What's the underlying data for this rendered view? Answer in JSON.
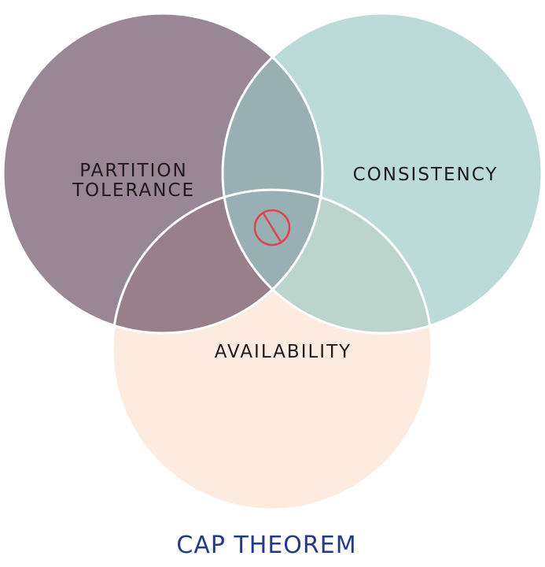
{
  "diagram": {
    "circles": {
      "partition_tolerance": {
        "label_line1": "PARTITION",
        "label_line2": "TOLERANCE",
        "color": "#9a8795"
      },
      "consistency": {
        "label": "CONSISTENCY",
        "color": "#bcdbd8"
      },
      "availability": {
        "label": "AVAILABILITY",
        "color": "#fdebdf"
      }
    },
    "overlap_colors": {
      "partition_consistency": "#98b0b4",
      "partition_availability": "#987f89",
      "consistency_availability": "#bcd5cc",
      "center": "#98b0b4"
    },
    "center_icon": "prohibited-icon",
    "center_icon_color": "#e0444b",
    "outline_color": "#ffffff"
  },
  "title": {
    "text": "CAP THEOREM",
    "color": "#233a8c"
  }
}
